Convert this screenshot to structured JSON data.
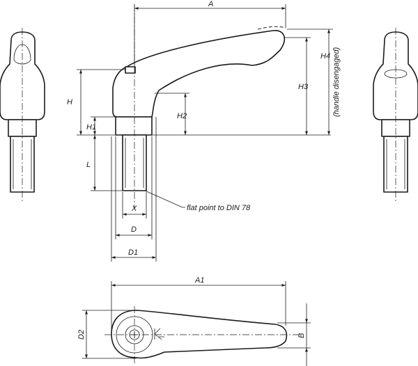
{
  "labels": {
    "A": "A",
    "A1": "A1",
    "H": "H",
    "H1": "H1",
    "H2": "H2",
    "H3": "H3",
    "H4": "H4",
    "handle_note": "(handle disengaged)",
    "L": "L",
    "X": "X",
    "D": "D",
    "D1": "D1",
    "D2": "D2",
    "B": "B",
    "flat_point": "flat point to DIN 78"
  }
}
